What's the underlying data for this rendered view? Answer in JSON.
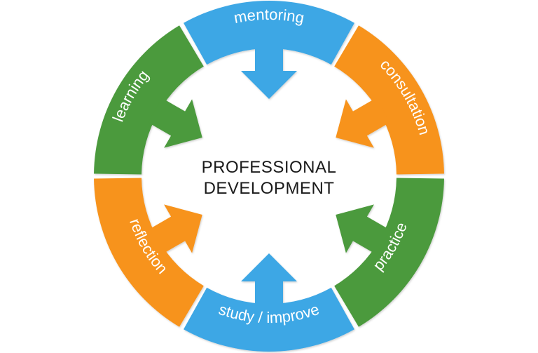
{
  "center": {
    "line1": "PROFESSIONAL",
    "line2": "DEVELOPMENT"
  },
  "segments": [
    {
      "id": "mentoring",
      "label": "mentoring",
      "color": "#3ea7e5"
    },
    {
      "id": "consultation",
      "label": "consultation",
      "color": "#f7931e"
    },
    {
      "id": "practice",
      "label": "practice",
      "color": "#4c9a3c"
    },
    {
      "id": "study-improve",
      "label": "study / improve",
      "color": "#3ea7e5"
    },
    {
      "id": "reflection",
      "label": "reflection",
      "color": "#f7931e"
    },
    {
      "id": "learning",
      "label": "learning",
      "color": "#4c9a3c"
    }
  ],
  "colors": {
    "gap": "#ffffff",
    "title": "#1a1a1a"
  }
}
